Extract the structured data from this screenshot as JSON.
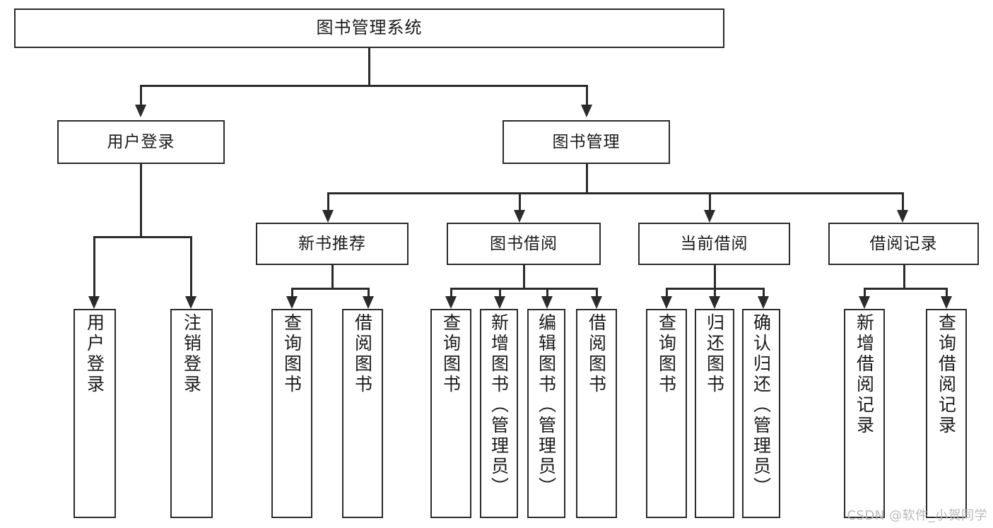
{
  "diagram": {
    "type": "tree",
    "title": "图书管理系统",
    "root": {
      "id": "root",
      "label": "图书管理系统"
    },
    "level2": [
      {
        "id": "user-login",
        "label": "用户登录"
      },
      {
        "id": "book-manage",
        "label": "图书管理"
      }
    ],
    "level3": [
      {
        "id": "new-book-recommend",
        "label": "新书推荐",
        "parent": "book-manage"
      },
      {
        "id": "book-borrow",
        "label": "图书借阅",
        "parent": "book-manage"
      },
      {
        "id": "current-borrow",
        "label": "当前借阅",
        "parent": "book-manage"
      },
      {
        "id": "borrow-record",
        "label": "借阅记录",
        "parent": "book-manage"
      }
    ],
    "leaves": [
      {
        "id": "leaf-user-login",
        "label": "用户登录",
        "parent": "user-login"
      },
      {
        "id": "leaf-logout-login",
        "label": "注销登录",
        "parent": "user-login"
      },
      {
        "id": "leaf-query-book-1",
        "label": "查询图书",
        "parent": "new-book-recommend"
      },
      {
        "id": "leaf-borrow-book-1",
        "label": "借阅图书",
        "parent": "new-book-recommend"
      },
      {
        "id": "leaf-query-book-2",
        "label": "查询图书",
        "parent": "book-borrow"
      },
      {
        "id": "leaf-add-book",
        "label": "新增图书（管理员）",
        "parent": "book-borrow"
      },
      {
        "id": "leaf-edit-book",
        "label": "编辑图书（管理员）",
        "parent": "book-borrow"
      },
      {
        "id": "leaf-borrow-book-2",
        "label": "借阅图书",
        "parent": "book-borrow"
      },
      {
        "id": "leaf-query-book-3",
        "label": "查询图书",
        "parent": "current-borrow"
      },
      {
        "id": "leaf-return-book",
        "label": "归还图书",
        "parent": "current-borrow"
      },
      {
        "id": "leaf-confirm-return",
        "label": "确认归还（管理员）",
        "parent": "current-borrow"
      },
      {
        "id": "leaf-add-record",
        "label": "新增借阅记录",
        "parent": "borrow-record"
      },
      {
        "id": "leaf-query-record",
        "label": "查询借阅记录",
        "parent": "borrow-record"
      }
    ],
    "colors": {
      "line": "#2b2b2b",
      "box_fill": "#ffffff",
      "text": "#1a1a1a",
      "watermark": "#b9b9b9"
    }
  },
  "watermark": {
    "text": "CSDN @软件_小贺同学"
  }
}
